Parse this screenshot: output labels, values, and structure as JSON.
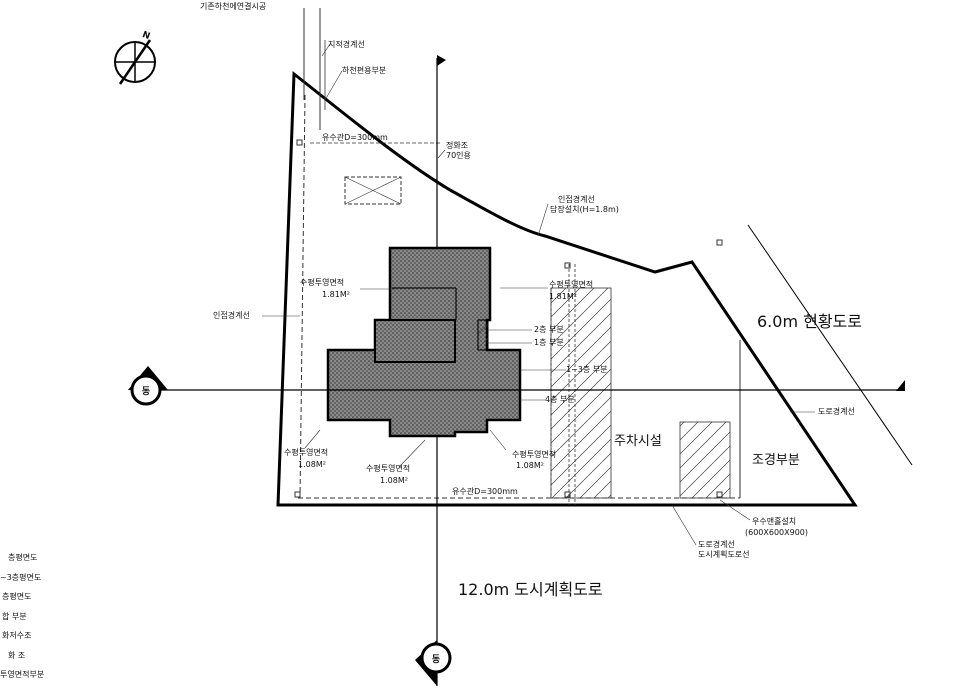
{
  "labels": {
    "top_pipe": "기존하천에연결시공",
    "site_boundary_top": "지적경계선",
    "river_part": "하천편용부분",
    "stream_spacing": "유수관D=300mm",
    "septic": "정화조",
    "septic_capacity": "70인용",
    "adj_boundary_wall": "인접경계선",
    "wall_install": "담장설치(H=1.8m)",
    "adj_boundary_left": "인접경계선",
    "proj_area_a": "수평투영면적",
    "proj_area_a_val": "1.81M²",
    "proj_area_b": "수평투영면적",
    "proj_area_b_val": "1.81M²",
    "floor2_part": "2층 부분",
    "floor1_part": "1층 부분",
    "floor1_3_part": "1~3층 부분",
    "floor4_part": "4층 부분",
    "proj_area_c": "수평투영면적",
    "proj_area_c_val": "1.08M²",
    "proj_area_d": "수평투영면적",
    "proj_area_d_val": "1.08M²",
    "proj_area_e": "수평투영면적",
    "proj_area_e_val": "1.08M²",
    "bottom_spacing": "유수관D=300mm",
    "parking": "주차시설",
    "landscape": "조경부분",
    "road_boundary": "도로경계선",
    "road_east": "6.0m 현황도로",
    "rain_box": "우수맨홀설치",
    "rain_box_size": "(600X600X900)",
    "road_boundary_b": "도로경계선",
    "city_plan_line": "도시계획도로선",
    "road_south": "12.0m 도시계획도로",
    "north_mark": "N",
    "section_mark_left": "동",
    "section_mark_bottom": "동"
  },
  "legend": [
    "층평면도",
    "~3층평면도",
    "층평면도",
    "합  부분",
    "화저수조",
    "화  조",
    "투영면적부분"
  ]
}
